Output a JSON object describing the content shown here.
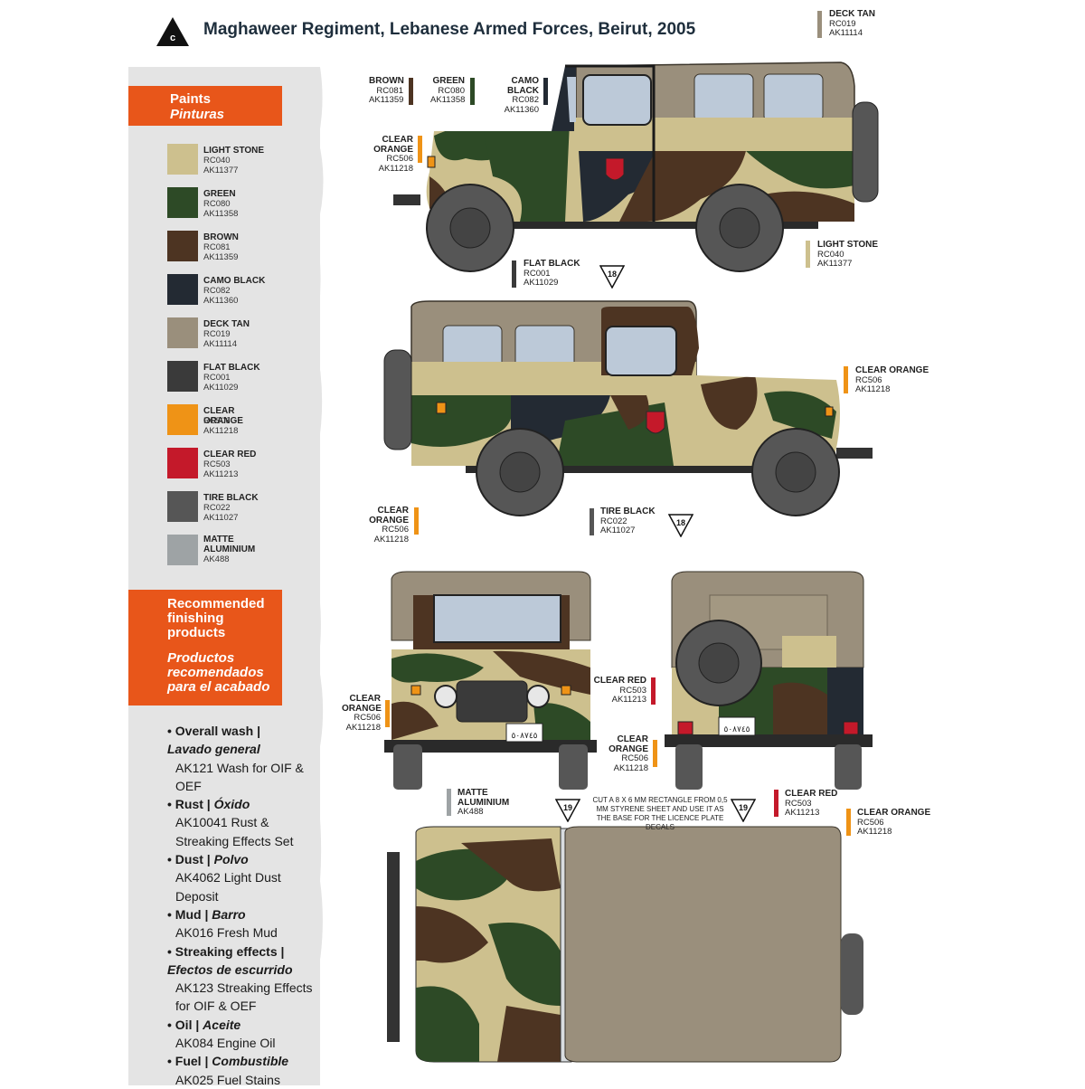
{
  "title": "Maghaweer Regiment, Lebanese Armed Forces, Beirut, 2005",
  "badge": "c",
  "colors": {
    "light_stone": "#cdc08e",
    "green": "#2d4a26",
    "brown": "#4d3422",
    "camo_black": "#232a33",
    "deck_tan": "#9a8f7c",
    "flat_black": "#3a3a3a",
    "clear_orange": "#ef9316",
    "clear_red": "#c4192a",
    "tire_black": "#565656",
    "matte_aluminium": "#9ea3a5",
    "accent": "#e8561a"
  },
  "paints": {
    "header_en": "Paints",
    "header_es": "Pinturas",
    "items": [
      {
        "name": "LIGHT STONE",
        "rc": "RC040",
        "ak": "AK11377"
      },
      {
        "name": "GREEN",
        "rc": "RC080",
        "ak": "AK11358"
      },
      {
        "name": "BROWN",
        "rc": "RC081",
        "ak": "AK11359"
      },
      {
        "name": "CAMO BLACK",
        "rc": "RC082",
        "ak": "AK11360"
      },
      {
        "name": "DECK TAN",
        "rc": "RC019",
        "ak": "AK11114"
      },
      {
        "name": "FLAT BLACK",
        "rc": "RC001",
        "ak": "AK11029"
      },
      {
        "name": "CLEAR ORANGE",
        "rc": "RC506",
        "ak": "AK11218"
      },
      {
        "name": "CLEAR RED",
        "rc": "RC503",
        "ak": "AK11213"
      },
      {
        "name": "TIRE BLACK",
        "rc": "RC022",
        "ak": "AK11027"
      },
      {
        "name": "MATTE ALUMINIUM",
        "rc": "",
        "ak": "AK488"
      }
    ]
  },
  "finishing": {
    "header_en": [
      "Recommended",
      "finishing",
      "products"
    ],
    "header_es": [
      "Productos",
      "recomendados",
      "para el acabado"
    ],
    "items": [
      {
        "en": "Overall wash |",
        "es": "Lavado general",
        "product": "AK121 Wash for OIF & OEF"
      },
      {
        "en": "Rust |",
        "es": "Óxido",
        "product": "AK10041 Rust & Streaking Effects Set"
      },
      {
        "en": "Dust |",
        "es": "Polvo",
        "product": "AK4062 Light Dust Deposit"
      },
      {
        "en": "Mud |",
        "es": "Barro",
        "product": "AK016 Fresh Mud"
      },
      {
        "en": "Streaking effects |",
        "es": "Efectos de escurrido",
        "product": "AK123 Streaking Effects for OIF & OEF"
      },
      {
        "en": "Oil |",
        "es": "Aceite",
        "product": "AK084 Engine Oil"
      },
      {
        "en": "Fuel |",
        "es": "Combustible",
        "product": "AK025 Fuel Stains"
      }
    ]
  },
  "callouts": {
    "deck_tan": {
      "name": "DECK TAN",
      "rc": "RC019",
      "ak": "AK11114"
    },
    "brown": {
      "name": "BROWN",
      "rc": "RC081",
      "ak": "AK11359"
    },
    "green": {
      "name": "GREEN",
      "rc": "RC080",
      "ak": "AK11358"
    },
    "camo_black": {
      "name": "CAMO BLACK",
      "rc": "RC082",
      "ak": "AK11360"
    },
    "clear_orange_1": {
      "name": "CLEAR ORANGE",
      "rc": "RC506",
      "ak": "AK11218"
    },
    "flat_black": {
      "name": "FLAT BLACK",
      "rc": "RC001",
      "ak": "AK11029"
    },
    "light_stone": {
      "name": "LIGHT STONE",
      "rc": "RC040",
      "ak": "AK11377"
    },
    "clear_orange_2": {
      "name": "CLEAR ORANGE",
      "rc": "RC506",
      "ak": "AK11218"
    },
    "clear_orange_3": {
      "name": "CLEAR ORANGE",
      "rc": "RC506",
      "ak": "AK11218"
    },
    "tire_black": {
      "name": "TIRE BLACK",
      "rc": "RC022",
      "ak": "AK11027"
    },
    "clear_orange_4": {
      "name1": "CLEAR",
      "name2": "ORANGE",
      "rc": "RC506",
      "ak": "AK11218"
    },
    "matte_aluminium": {
      "name1": "MATTE",
      "name2": "ALUMINIUM",
      "ak": "AK488"
    },
    "clear_red_1": {
      "name": "CLEAR RED",
      "rc": "RC503",
      "ak": "AK11213"
    },
    "clear_orange_5": {
      "name1": "CLEAR",
      "name2": "ORANGE",
      "rc": "RC506",
      "ak": "AK11218"
    },
    "clear_red_2": {
      "name": "CLEAR RED",
      "rc": "RC503",
      "ak": "AK11213"
    },
    "clear_orange_6": {
      "name": "CLEAR ORANGE",
      "rc": "RC506",
      "ak": "AK11218"
    }
  },
  "decal_markers": {
    "side_1": "18",
    "side_2": "18",
    "front": "19",
    "rear": "19"
  },
  "plate_note": "CUT A 8 X 6 MM RECTANGLE FROM 0,5 MM STYRENE SHEET AND USE IT AS THE BASE FOR THE LICENCE PLATE DECALS",
  "plate_text": "٥٠٨٧٤٥"
}
